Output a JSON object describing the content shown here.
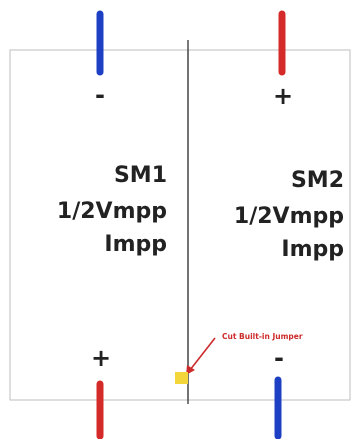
{
  "modules": [
    {
      "name": "SM1",
      "voltage": "1/2Vmpp",
      "current": "Impp",
      "top_terminal": "-",
      "bottom_terminal": "+",
      "top_lead_color": "#1c3fc4",
      "bottom_lead_color": "#d42a2a"
    },
    {
      "name": "SM2",
      "voltage": "1/2Vmpp",
      "current": "Impp",
      "top_terminal": "+",
      "bottom_terminal": "-",
      "top_lead_color": "#d42a2a",
      "bottom_lead_color": "#1c3fc4"
    }
  ],
  "jumper": {
    "note": "Cut Built-in Jumper",
    "marker_color": "#f2d63a",
    "note_color": "#cc2b2b"
  }
}
